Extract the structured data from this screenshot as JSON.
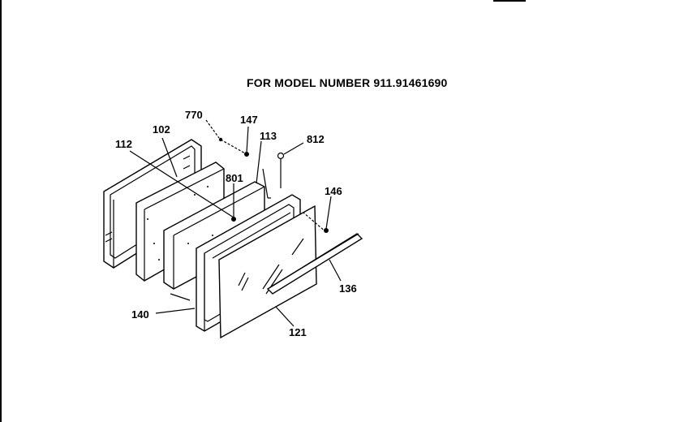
{
  "header": {
    "title": "FOR MODEL NUMBER 911.91461690"
  },
  "callouts": [
    {
      "id": "770",
      "text": "770"
    },
    {
      "id": "147",
      "text": "147"
    },
    {
      "id": "102",
      "text": "102"
    },
    {
      "id": "113",
      "text": "113"
    },
    {
      "id": "812",
      "text": "812"
    },
    {
      "id": "112",
      "text": "112"
    },
    {
      "id": "801",
      "text": "801"
    },
    {
      "id": "146",
      "text": "146"
    },
    {
      "id": "136",
      "text": "136"
    },
    {
      "id": "140",
      "text": "140"
    },
    {
      "id": "121",
      "text": "121"
    }
  ]
}
